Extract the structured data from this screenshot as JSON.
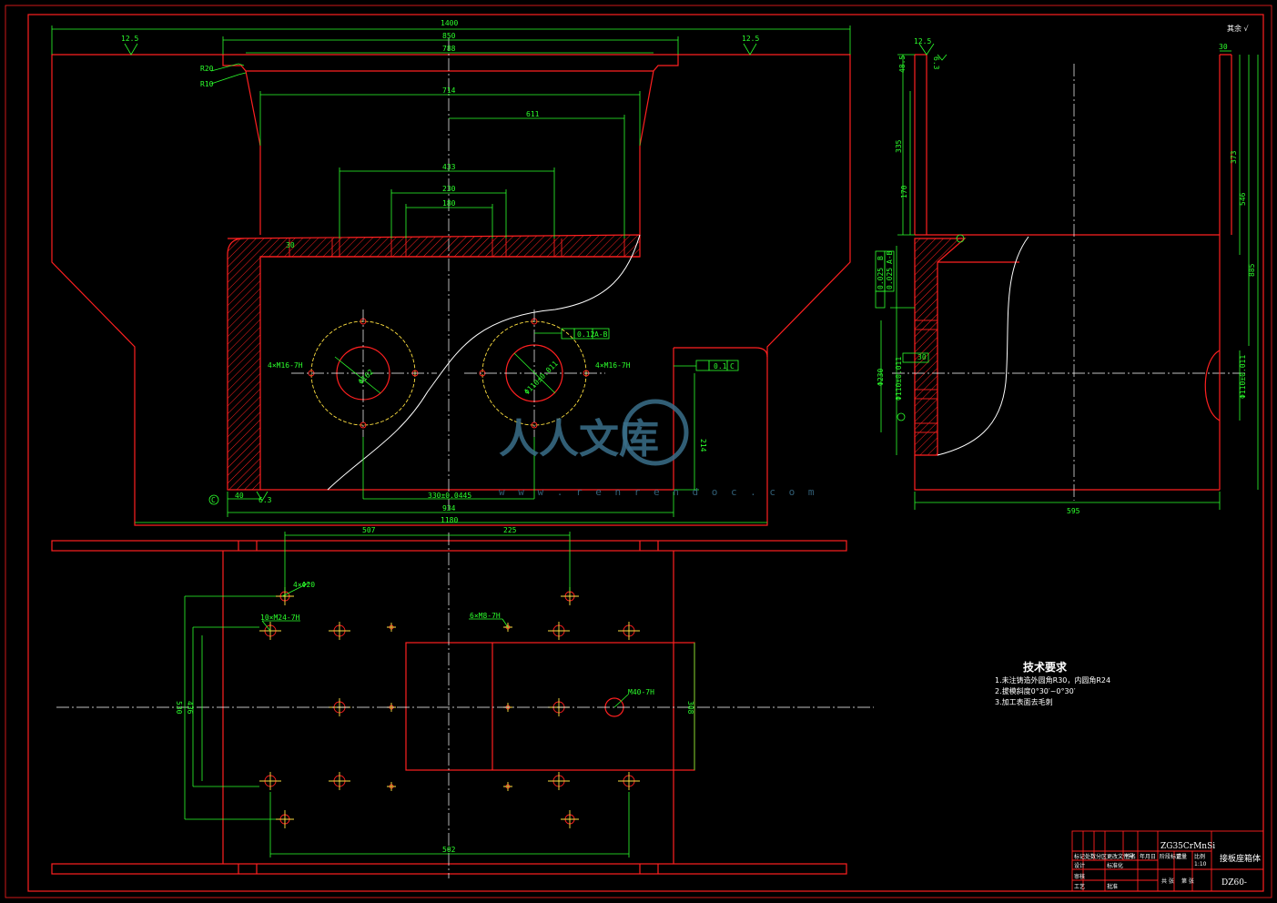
{
  "main_view": {
    "dims": {
      "d1400": "1400",
      "d850": "850",
      "d788": "788",
      "d714": "714",
      "d611": "611",
      "d433": "433",
      "d230": "230",
      "d180": "180",
      "r20": "R20",
      "r10": "R10",
      "rough_left": "12.5",
      "rough_right": "12.5",
      "rough_bottom": "6.3",
      "hole_left": "4×M16-7H",
      "hole_right": "4×M16-7H",
      "phi_left": "Φ162",
      "phi_right": "Φ110±0.011",
      "tol_perp": "0.12",
      "tol_perp_ref": "A-B",
      "tol_par": "0.1",
      "tol_par_ref": "C",
      "d214": "214",
      "d40": "40",
      "center_dist": "330±0.0445",
      "d934": "934",
      "d1180": "1180",
      "datum_c": "C",
      "d30": "30"
    }
  },
  "bottom_view": {
    "dims": {
      "d507": "507",
      "d225": "225",
      "holes_4x": "4×Φ20",
      "holes_10x": "10×M24-7H",
      "holes_6x": "6×M8-7H",
      "hole_m40": "M40-7H",
      "d502": "502",
      "left_v1": "530",
      "left_v2": "436",
      "right_v": "308"
    }
  },
  "side_view": {
    "dims": {
      "top": "12.5",
      "top_rough": "6.3",
      "v1": "48.5",
      "v2": "335",
      "v3": "170",
      "tol1": "0.025",
      "tol1_ref": "B",
      "tol2": "0.025",
      "tol2_ref": "A-B",
      "phi230": "Φ230",
      "phi110": "Φ110±0.011",
      "d30": "30",
      "d595": "595"
    }
  },
  "right_view": {
    "dims": {
      "d30": "30",
      "d373": "373",
      "d546": "546",
      "d885": "885",
      "phi110": "Φ110±0.011"
    },
    "corner_mark": "其余 √"
  },
  "notes": {
    "title": "技术要求",
    "items": [
      "1.未注铸造外圆角R30，内圆角R24",
      "2.拔模斜度0°30′~0°30′",
      "3.加工表面去毛刺"
    ]
  },
  "title_block": {
    "material": "ZG35CrMnSi",
    "part_name": "接板座箱体",
    "drawing_no": "DZ60-",
    "scale": "1:10",
    "row1": [
      "标记",
      "处数",
      "分区",
      "更改文件号",
      "签名",
      "年月日"
    ],
    "row2": [
      "设计",
      "",
      "标准化",
      "",
      "阶段标记",
      "重量",
      "比例"
    ],
    "row3": [
      "审核",
      "",
      "",
      "",
      "",
      "",
      ""
    ],
    "row4": [
      "工艺",
      "",
      "批准",
      "",
      "共 张",
      "第 张"
    ]
  },
  "watermark": {
    "text": "人人文库",
    "url": "w w w . r e n r e n d o c . c o m"
  }
}
